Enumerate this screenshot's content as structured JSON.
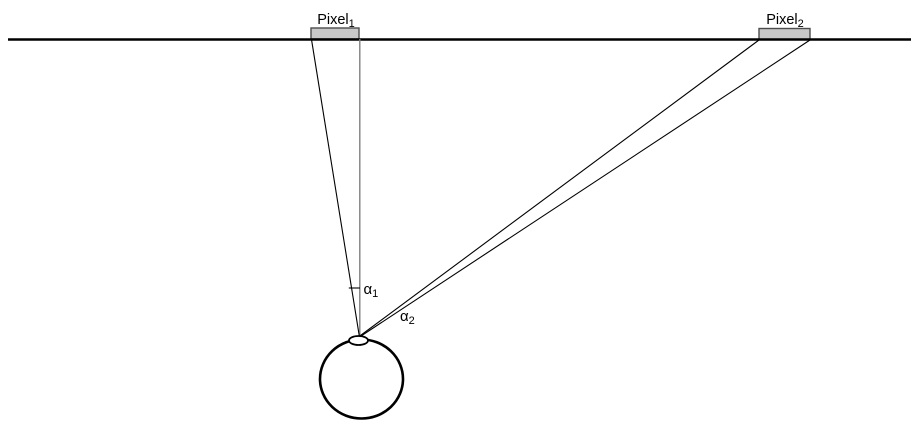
{
  "diagram": {
    "title": "visual-angle-of-two-pixels-diagram",
    "labels": {
      "pixel1": {
        "base": "Pixel",
        "sub": "1"
      },
      "pixel2": {
        "base": "Pixel",
        "sub": "2"
      },
      "alpha1": {
        "base": "α",
        "sub": "1"
      },
      "alpha2": {
        "base": "α",
        "sub": "2"
      }
    },
    "colors": {
      "ink": "#000000",
      "pixel_fill": "#c9c9c9",
      "pixel_stroke": "#4d4d4d",
      "axis_line": "#808080",
      "background": "#ffffff"
    }
  }
}
